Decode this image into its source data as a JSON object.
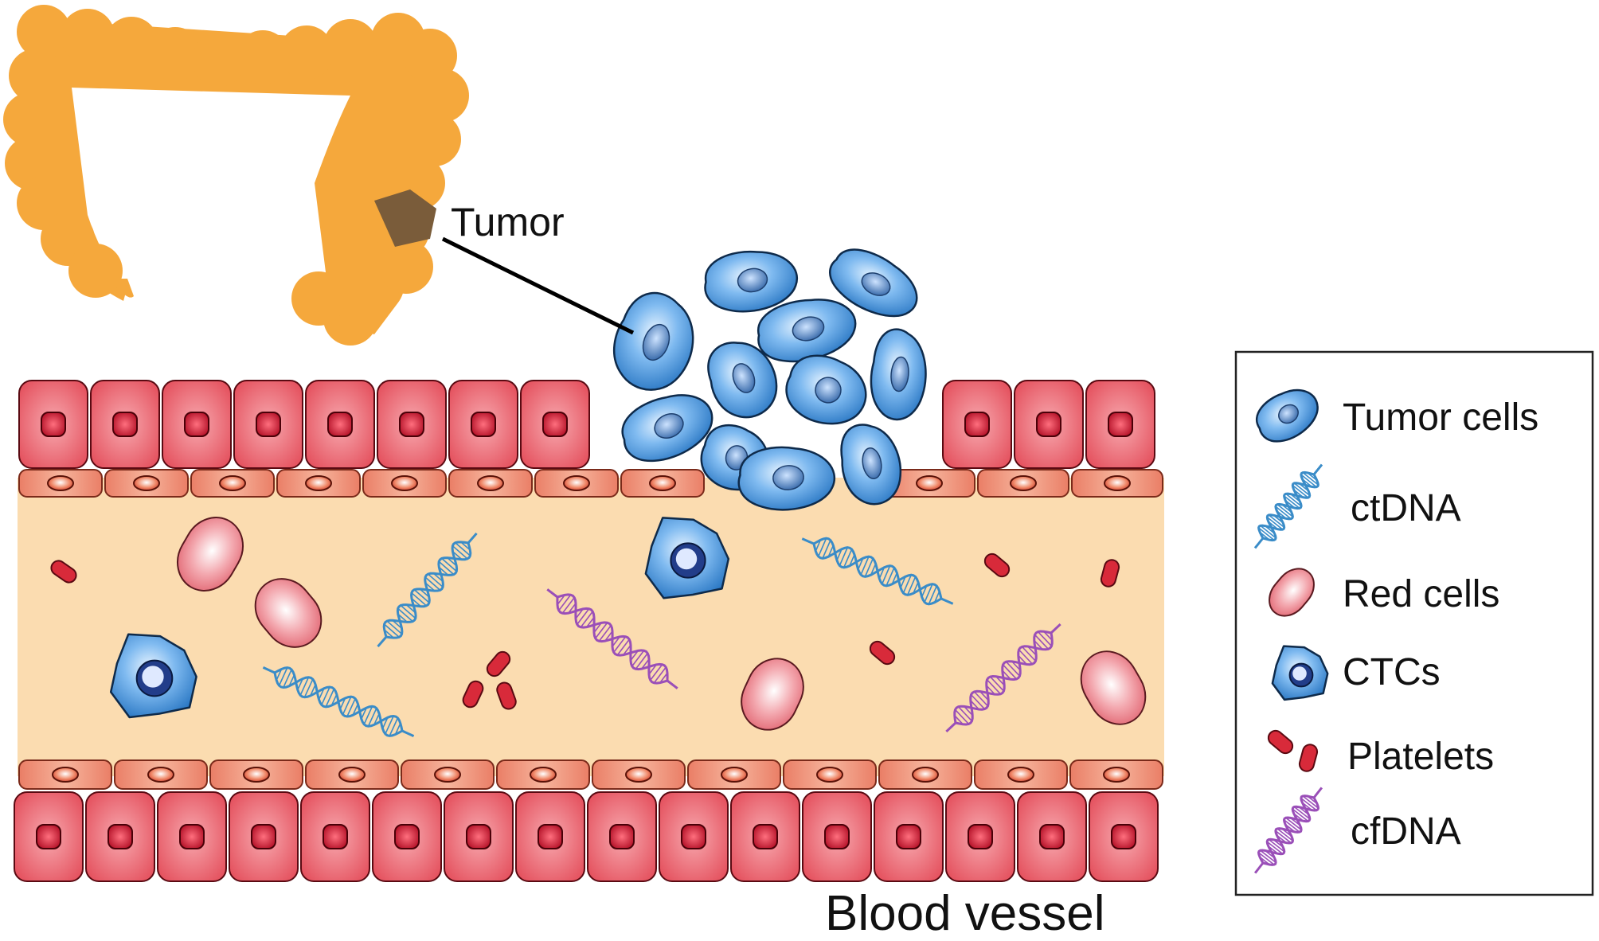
{
  "labels": {
    "tumor": "Tumor",
    "blood_vessel": "Blood vessel"
  },
  "legend": {
    "items": [
      {
        "key": "tumor-cells",
        "label": "Tumor cells",
        "icon": "tumor-cell-icon"
      },
      {
        "key": "ctdna",
        "label": "ctDNA",
        "icon": "ctdna-icon"
      },
      {
        "key": "red-cells",
        "label": "Red cells",
        "icon": "red-cell-icon"
      },
      {
        "key": "ctcs",
        "label": "CTCs",
        "icon": "ctc-icon"
      },
      {
        "key": "platelets",
        "label": "Platelets",
        "icon": "platelet-icon"
      },
      {
        "key": "cfdna",
        "label": "cfDNA",
        "icon": "cfdna-icon"
      }
    ]
  },
  "colors": {
    "colon": "#f5a83c",
    "tumor_mass": "#7a5c3a",
    "plasma": "#fbdcb0",
    "epithelium": "#e8616a",
    "nucleus": "#c0142a",
    "endothelium": "#ee8d72",
    "tumor_cell": "#3f8fd4",
    "ctdna": "#3a8cc8",
    "cfdna": "#9a4fb8",
    "red_cell": "#ec7a84",
    "platelet": "#d82a3a"
  }
}
